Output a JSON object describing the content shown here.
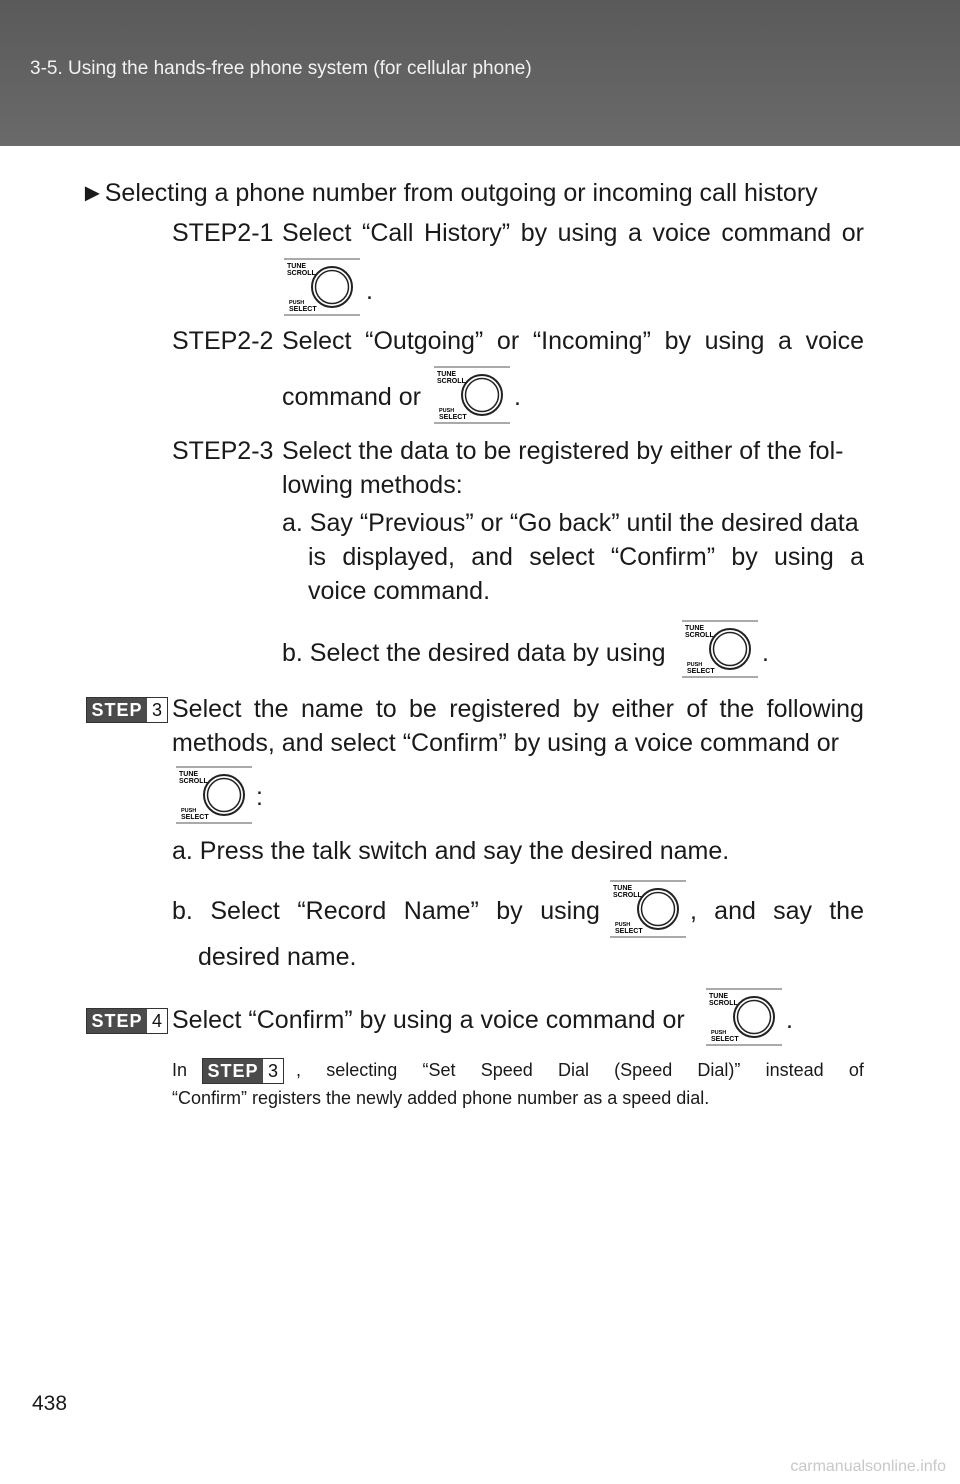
{
  "header": {
    "title": "3-5. Using the hands-free phone system (for cellular phone)"
  },
  "knob": {
    "line1": "TUNE",
    "line2": "SCROLL",
    "line3": "PUSH",
    "line4": "SELECT"
  },
  "section": {
    "bullet": "►",
    "title": "Selecting a phone number from outgoing or incoming call history",
    "step21": {
      "label": "STEP2-1",
      "words": [
        "Select",
        "“Call",
        "History”",
        "by",
        "using",
        "a",
        "voice",
        "command",
        "or"
      ],
      "after_icon": "."
    },
    "step22": {
      "label": "STEP2-2",
      "words": [
        "Select",
        "“Outgoing”",
        "or",
        "“Incoming”",
        "by",
        "using",
        "a",
        "voice"
      ],
      "line2_before": "command or",
      "after_icon": "."
    },
    "step23": {
      "label": "STEP2-3",
      "line1": "Select the data to be registered by either of the fol-",
      "line2": "lowing methods:",
      "option_a_line1": "a. Say “Previous” or “Go back” until the desired data",
      "option_a_words2": [
        "is",
        "displayed,",
        "and",
        "select",
        "“Confirm”",
        "by",
        "using",
        "a"
      ],
      "option_a_line3": "voice command.",
      "option_b_before": "b. Select the desired data by using",
      "option_b_after": "."
    }
  },
  "step3": {
    "badge_word": "STEP",
    "badge_num": "3",
    "words1": [
      "Select",
      "the",
      "name",
      "to",
      "be",
      "registered",
      "by",
      "either",
      "of",
      "the",
      "following"
    ],
    "line2": "methods, and select “Confirm” by using a voice command or",
    "after_icon": ":",
    "option_a": "a. Press the talk switch and say the desired name.",
    "option_b_words_before": [
      "b.",
      "Select",
      "“Record",
      "Name”",
      "by",
      "using"
    ],
    "option_b_words_after": [
      ",",
      "and",
      "say",
      "the"
    ],
    "option_b_line2": "desired name."
  },
  "step4": {
    "badge_word": "STEP",
    "badge_num": "4",
    "text": "Select “Confirm” by using a voice command or",
    "after_icon": "."
  },
  "note": {
    "prefix": "In",
    "badge_word": "STEP",
    "badge_num": "3",
    "words1": [
      ",",
      "selecting",
      "“Set",
      "Speed",
      "Dial",
      "(Speed",
      "Dial)”",
      "instead",
      "of"
    ],
    "line2": "“Confirm” registers the newly added phone number as a speed dial."
  },
  "page_number": "438",
  "watermark": "carmanualsonline.info"
}
